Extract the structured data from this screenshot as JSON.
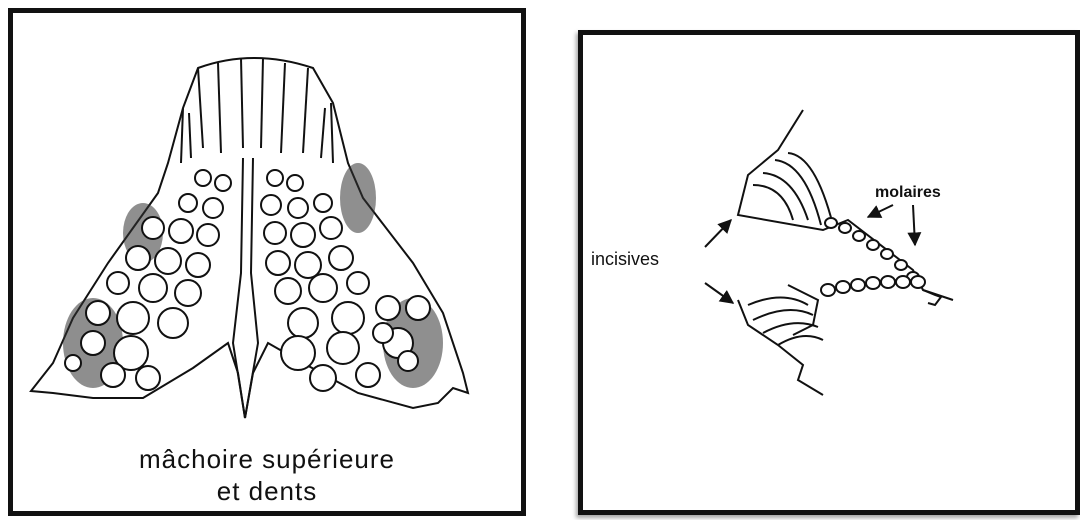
{
  "left_figure": {
    "caption_line_1": "mâchoire supérieure",
    "caption_line_2": "et dents"
  },
  "right_figure": {
    "label_incisives": "incisives",
    "label_molaires": "molaires"
  }
}
